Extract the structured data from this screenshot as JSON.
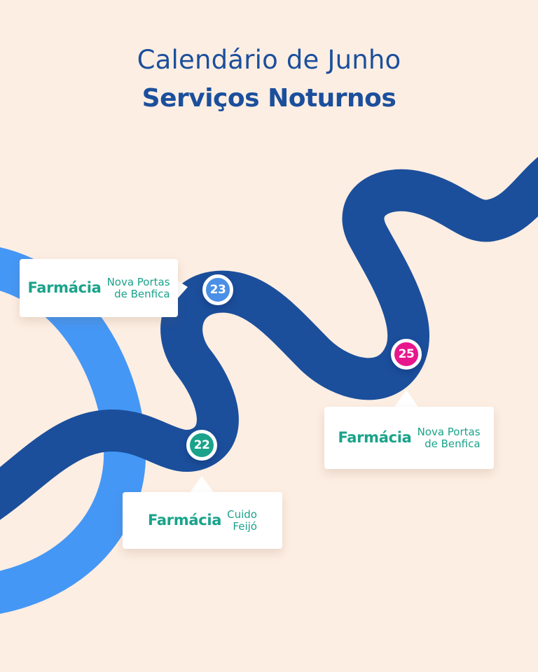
{
  "header": {
    "line1": "Calendário de Junho",
    "line2": "Serviços Noturnos"
  },
  "colors": {
    "background": "#fdeee3",
    "title": "#1b4f9c",
    "road": "#1b4f9c",
    "arc": "#4597f5",
    "brand_text": "#1aa38a",
    "marker_23": "#4a90e6",
    "marker_25": "#e8178c",
    "marker_22": "#1aa38a"
  },
  "stops": [
    {
      "day": "23",
      "brand": "Farmácia",
      "name_line1": "Nova Portas",
      "name_line2": "de Benfica"
    },
    {
      "day": "25",
      "brand": "Farmácia",
      "name_line1": "Nova Portas",
      "name_line2": "de Benfica"
    },
    {
      "day": "22",
      "brand": "Farmácia",
      "name_line1": "Cuido",
      "name_line2": "Feijó"
    }
  ]
}
